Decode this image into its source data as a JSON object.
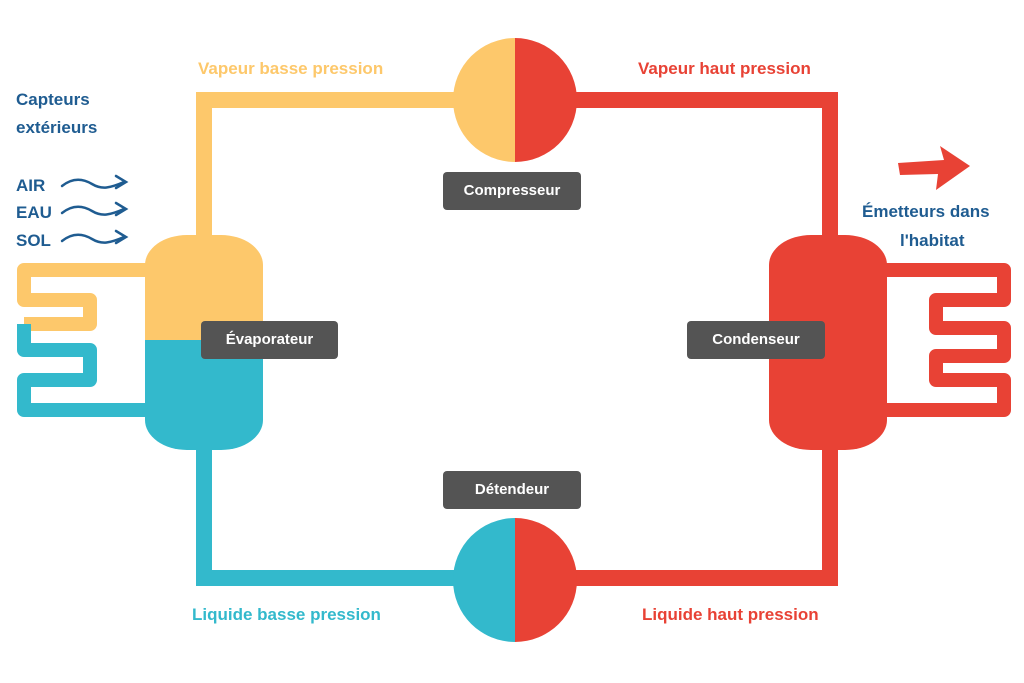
{
  "colors": {
    "low_pressure_vapor": "#FDC86B",
    "high_pressure": "#E84235",
    "low_pressure_liquid": "#33B9CC",
    "text_blue": "#1F5C91",
    "label_bg": "#545454"
  },
  "labels": {
    "vapeur_basse": "Vapeur basse pression",
    "vapeur_haut": "Vapeur haut pression",
    "liquide_basse": "Liquide basse pression",
    "liquide_haut": "Liquide haut pression",
    "capteurs_line1": "Capteurs",
    "capteurs_line2": "extérieurs",
    "air": "AIR",
    "eau": "EAU",
    "sol": "SOL",
    "emetteurs_line1": "Émetteurs dans",
    "emetteurs_line2": "l'habitat"
  },
  "components": {
    "compresseur": "Compresseur",
    "evaporateur": "Évaporateur",
    "condenseur": "Condenseur",
    "detendeur": "Détendeur"
  },
  "icons": [
    "wave-arrow-icon",
    "red-arrow-icon"
  ]
}
